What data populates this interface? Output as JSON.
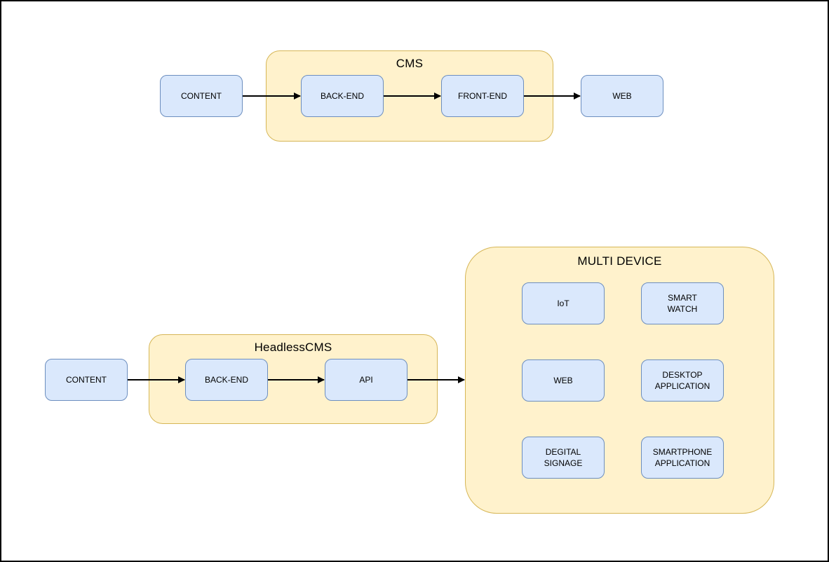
{
  "page": {
    "background": "#ffffff",
    "frame_color": "#000000"
  },
  "colors": {
    "node_fill": "#dae8fc",
    "node_stroke": "#6c8ebf",
    "group_fill": "#fff2cc",
    "group_stroke": "#d6b656",
    "arrow": "#000000",
    "text": "#000000"
  },
  "top_flow": {
    "content_label": "CONTENT",
    "container_title": "CMS",
    "backend_label": "BACK-END",
    "frontend_label": "FRONT-END",
    "web_label": "WEB"
  },
  "bottom_flow": {
    "content_label": "CONTENT",
    "container_title": "HeadlessCMS",
    "backend_label": "BACK-END",
    "api_label": "API",
    "multi_device": {
      "title": "MULTI DEVICE",
      "devices": [
        "IoT",
        "SMART\nWATCH",
        "WEB",
        "DESKTOP\nAPPLICATION",
        "DEGITAL\nSIGNAGE",
        "SMARTPHONE\nAPPLICATION"
      ]
    }
  }
}
